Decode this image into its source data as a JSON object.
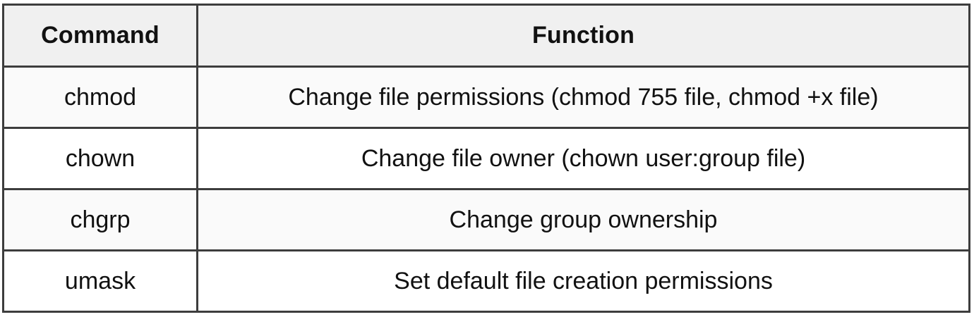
{
  "table": {
    "headers": {
      "command": "Command",
      "function": "Function"
    },
    "rows": [
      {
        "command": "chmod",
        "function": "Change file permissions (chmod 755 file, chmod +x file)"
      },
      {
        "command": "chown",
        "function": "Change file owner (chown user:group file)"
      },
      {
        "command": "chgrp",
        "function": "Change group ownership"
      },
      {
        "command": "umask",
        "function": "Set default file creation permissions"
      }
    ]
  },
  "colors": {
    "border": "#3d3d3d",
    "header_background": "#f0f0f0",
    "row_odd_background": "#fafafa",
    "row_even_background": "#ffffff",
    "text": "#111111",
    "page_background": "#ffffff"
  }
}
